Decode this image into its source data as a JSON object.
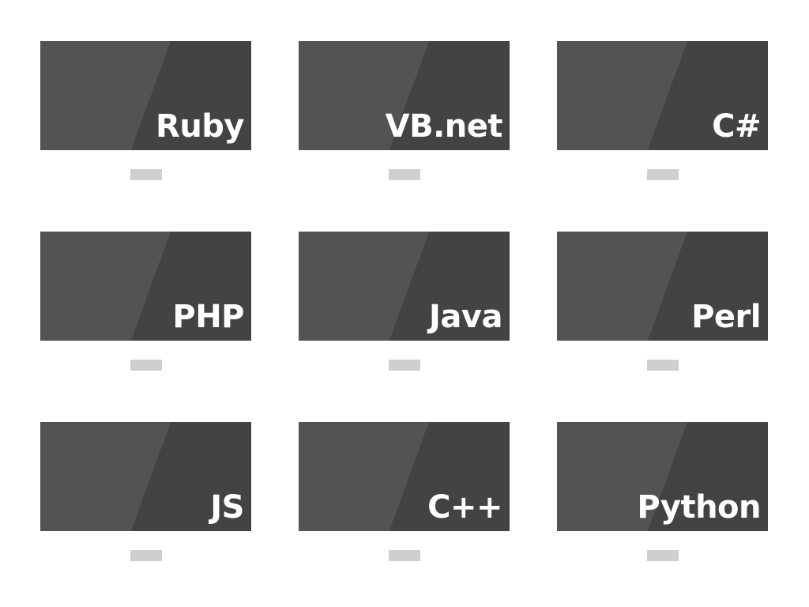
{
  "monitors": [
    {
      "label": "Ruby"
    },
    {
      "label": "VB.net"
    },
    {
      "label": "C#"
    },
    {
      "label": "PHP"
    },
    {
      "label": "Java"
    },
    {
      "label": "Perl"
    },
    {
      "label": "JS"
    },
    {
      "label": "C++"
    },
    {
      "label": "Python"
    }
  ],
  "colors": {
    "screen_light": "#535353",
    "screen_dark": "#434343",
    "label": "#ffffff",
    "stand": "#cfcfcf",
    "background": "#ffffff"
  },
  "icons": [
    "monitor-icon",
    "monitor-stand-icon"
  ]
}
